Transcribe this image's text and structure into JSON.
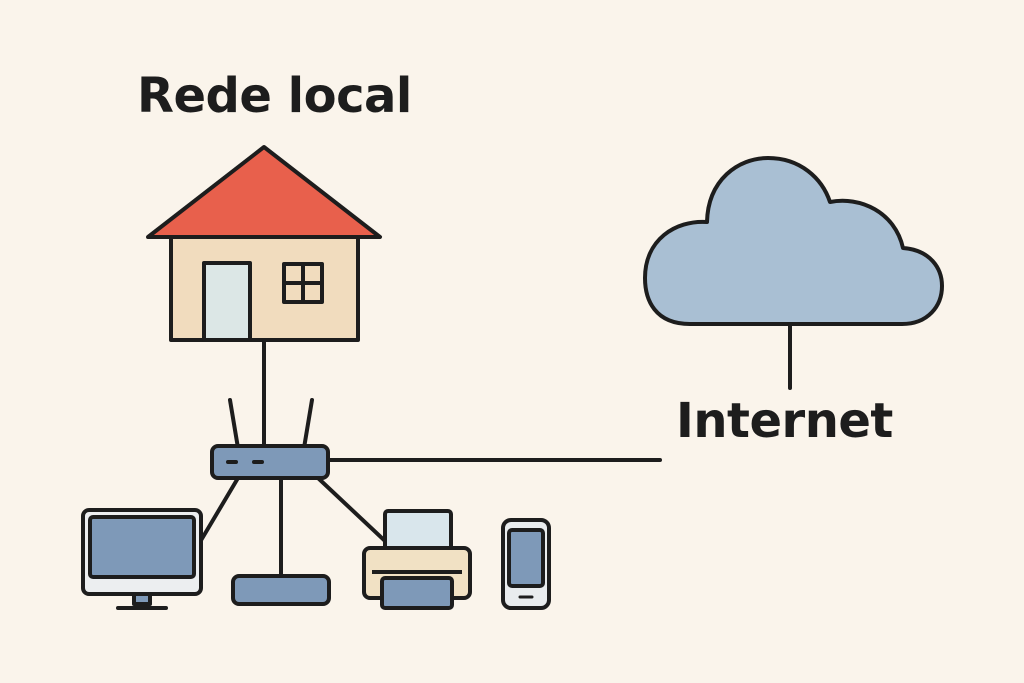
{
  "labels": {
    "local_network": "Rede local",
    "internet": "Internet"
  },
  "nodes": [
    {
      "id": "house",
      "icon": "house-icon"
    },
    {
      "id": "router",
      "icon": "router-icon"
    },
    {
      "id": "cloud",
      "icon": "cloud-icon"
    },
    {
      "id": "computer",
      "icon": "monitor-icon"
    },
    {
      "id": "access-point",
      "icon": "access-point-icon"
    },
    {
      "id": "printer",
      "icon": "printer-icon"
    },
    {
      "id": "phone",
      "icon": "smartphone-icon"
    }
  ],
  "connections": [
    {
      "from": "house",
      "to": "router"
    },
    {
      "from": "router",
      "to": "internet"
    },
    {
      "from": "cloud",
      "to": "internet"
    },
    {
      "from": "router",
      "to": "computer"
    },
    {
      "from": "router",
      "to": "access-point"
    },
    {
      "from": "router",
      "to": "printer"
    }
  ],
  "colors": {
    "background": "#FAF4EB",
    "outline": "#1d1d1d",
    "roof": "#E8604C",
    "house_wall": "#F1DCBE",
    "door": "#DCE7E6",
    "device_blue": "#7E99B8",
    "cloud": "#A9BFD3",
    "printer_body": "#F1E1C4",
    "paper": "#D9E6EC"
  }
}
